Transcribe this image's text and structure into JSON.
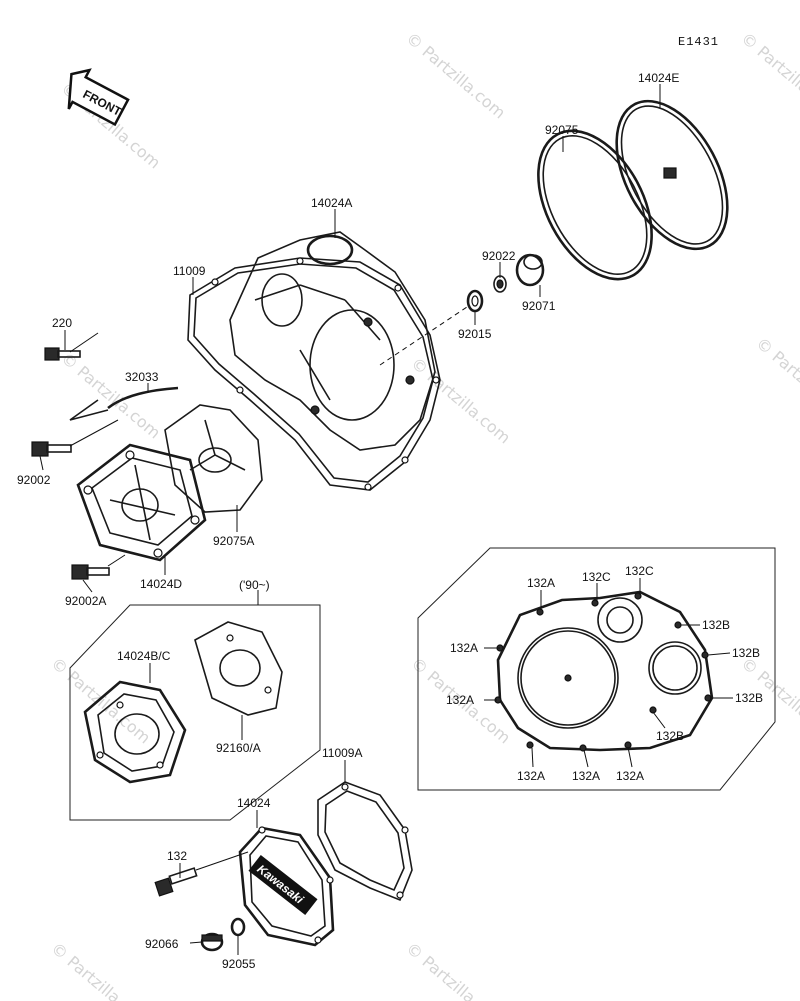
{
  "diagram_id": "E1431",
  "front_label": "FRONT",
  "watermark": "© Partzilla.com",
  "year_note": "('90~)",
  "cover_brand": "Kawasaki",
  "parts": {
    "p14024E": "14024E",
    "p92075": "92075",
    "p14024A": "14024A",
    "p11009": "11009",
    "p92022": "92022",
    "p92071": "92071",
    "p92015": "92015",
    "p220": "220",
    "p32033": "32033",
    "p92002": "92002",
    "p92075A": "92075A",
    "p14024D": "14024D",
    "p92002A": "92002A",
    "p14024BC": "14024B/C",
    "p92160A": "92160/A",
    "p11009A": "11009A",
    "p14024": "14024",
    "p132": "132",
    "p92066": "92066",
    "p92055": "92055"
  },
  "bolt_labels": {
    "a1": "132A",
    "c1": "132C",
    "c2": "132C",
    "b1": "132B",
    "a2": "132A",
    "b2": "132B",
    "a3": "132A",
    "b3": "132B",
    "b4": "132B",
    "a4": "132A",
    "a5": "132A",
    "a6": "132A"
  }
}
